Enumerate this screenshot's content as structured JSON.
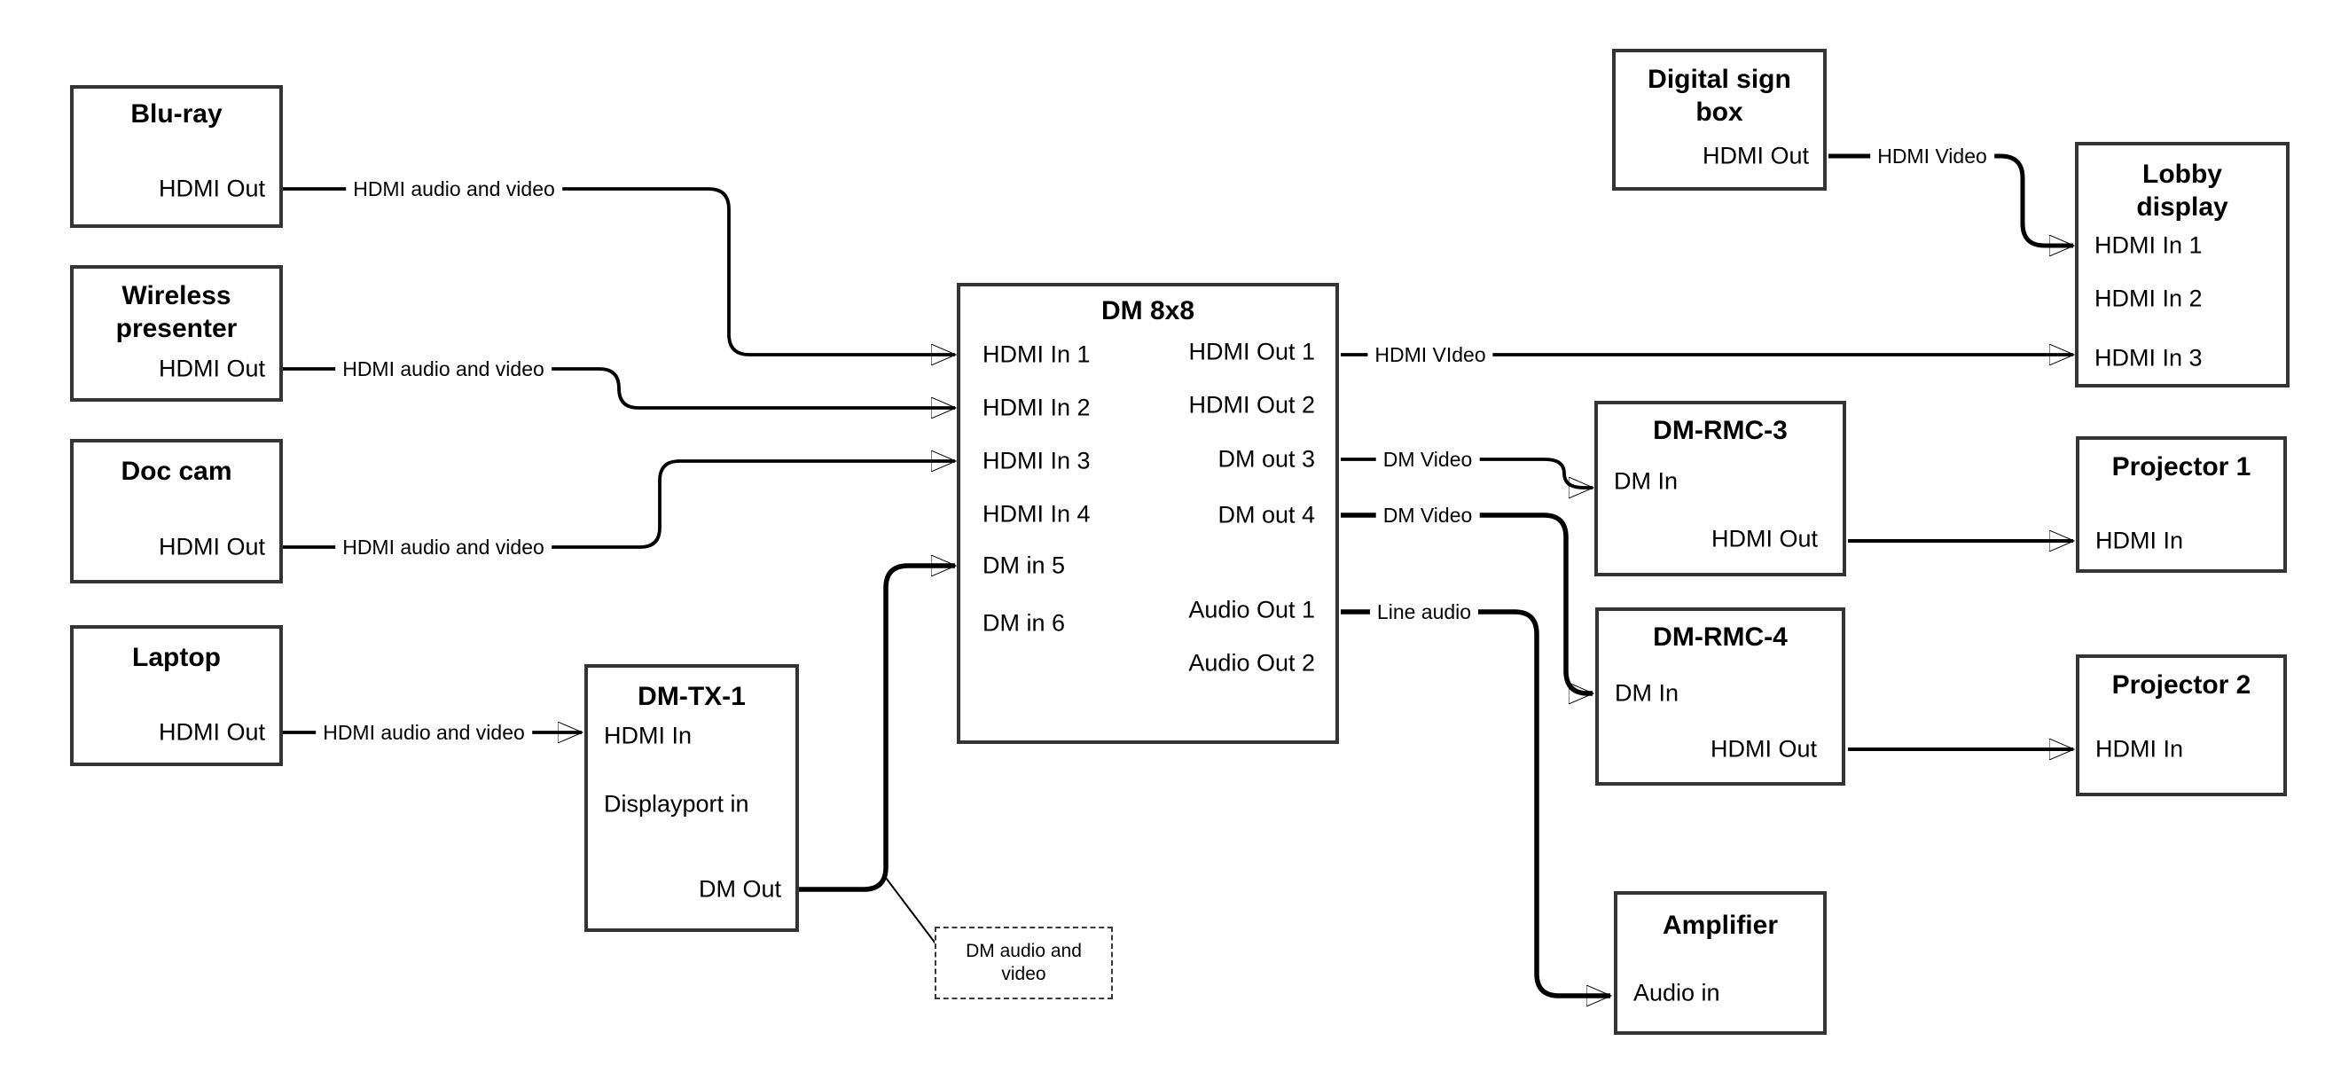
{
  "colors": {
    "background": "#ffffff",
    "box_border": "#343434",
    "wire": "#000000",
    "text": "#000000"
  },
  "nodes": {
    "bluray": {
      "title": "Blu-ray",
      "port": "HDMI Out"
    },
    "wireless": {
      "title": "Wireless presenter",
      "port": "HDMI Out"
    },
    "doccam": {
      "title": "Doc cam",
      "port": "HDMI Out"
    },
    "laptop": {
      "title": "Laptop",
      "port": "HDMI Out"
    },
    "dmtx1": {
      "title": "DM-TX-1",
      "hdmi_in": "HDMI In",
      "displayport_in": "Displayport in",
      "dm_out": "DM Out"
    },
    "dm8x8": {
      "title": "DM 8x8",
      "in_ports": [
        "HDMI In 1",
        "HDMI In 2",
        "HDMI In 3",
        "HDMI In 4",
        "DM in 5",
        "DM in 6"
      ],
      "out_ports": [
        "HDMI Out 1",
        "HDMI Out 2",
        "DM out 3",
        "DM out 4",
        "Audio Out 1",
        "Audio Out 2"
      ]
    },
    "signbox": {
      "title": "Digital sign box",
      "hdmi_out": "HDMI Out"
    },
    "lobby": {
      "title": "Lobby display",
      "ports": [
        "HDMI In 1",
        "HDMI In 2",
        "HDMI In 3"
      ]
    },
    "rmc3": {
      "title": "DM-RMC-3",
      "dm_in": "DM In",
      "hdmi_out": "HDMI Out"
    },
    "proj1": {
      "title": "Projector 1",
      "hdmi_in": "HDMI In"
    },
    "rmc4": {
      "title": "DM-RMC-4",
      "dm_in": "DM In",
      "hdmi_out": "HDMI Out"
    },
    "proj2": {
      "title": "Projector 2",
      "hdmi_in": "HDMI In"
    },
    "amplifier": {
      "title": "Amplifier",
      "audio_in": "Audio in"
    }
  },
  "connections": {
    "bluray_to_dm8x8": "HDMI audio and video",
    "wireless_to_dm8x8": "HDMI audio and video",
    "doccam_to_dm8x8": "HDMI audio and video",
    "laptop_to_dmtx1": "HDMI audio and video",
    "hdmiout1_to_lobby": "HDMI VIdeo",
    "signbox_to_lobby": "HDMI Video",
    "dmout3_to_rmc3": "DM Video",
    "dmout4_to_rmc4": "DM Video",
    "audioout1_to_amplifier": "Line audio",
    "callout_note": "DM audio and video"
  }
}
